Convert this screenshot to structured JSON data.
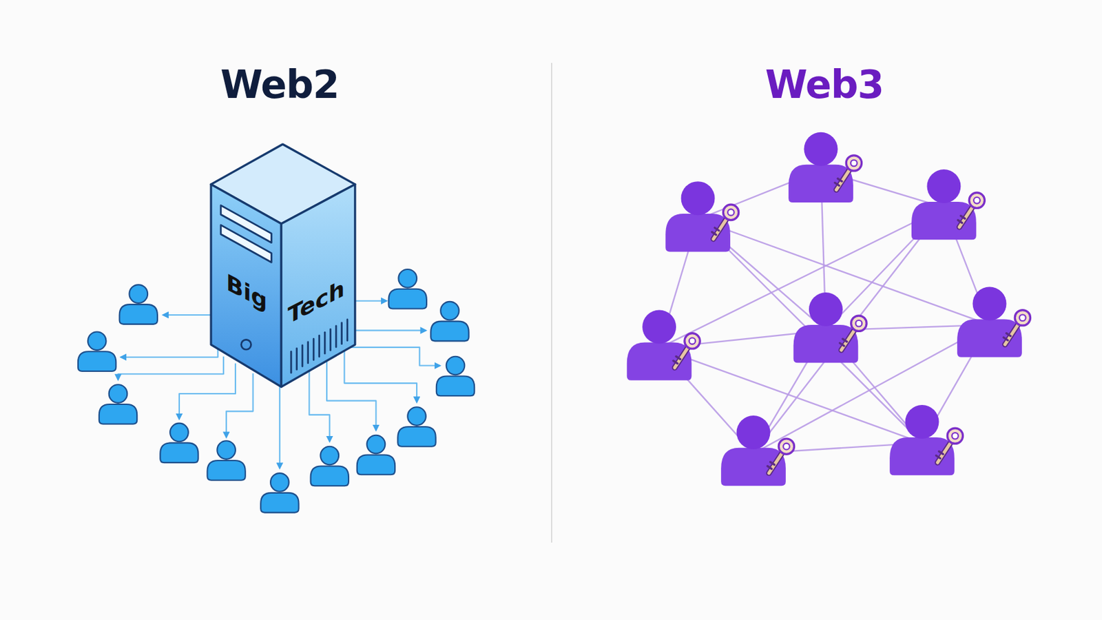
{
  "diagram": {
    "nodes": [
      {
        "text": [
          "Big",
          "Tech"
        ]
      }
    ],
    "labels": [
      "Web2",
      "Web3"
    ]
  }
}
